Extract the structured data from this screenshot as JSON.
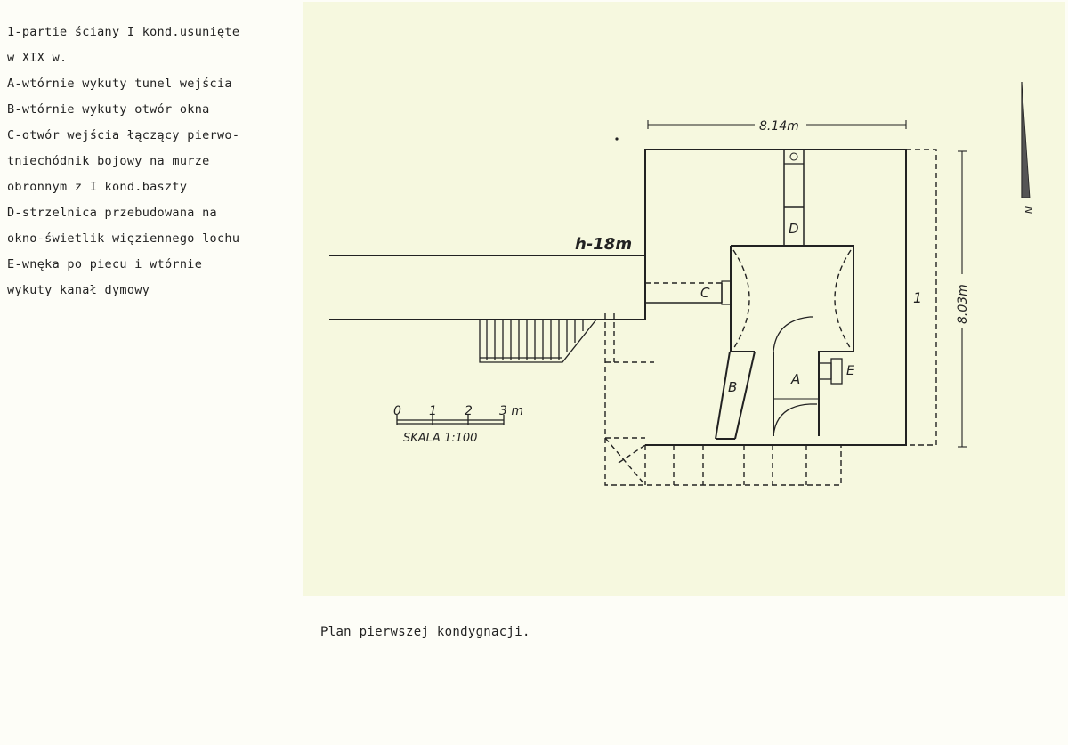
{
  "legend": [
    "1-partie ściany I kond.usunięte",
    "w XIX w.",
    "A-wtórnie wykuty tunel wejścia",
    "B-wtórnie wykuty otwór okna",
    "C-otwór wejścia łączący pierwo-",
    "tniechódnik bojowy na murze",
    "obronnym z I kond.baszty",
    "D-strzelnica przebudowana na",
    "okno-świetlik więziennego lochu",
    "E-wnęka po piecu i wtórnie",
    "wykuty kanał dymowy"
  ],
  "caption": "Plan pierwszej kondygnacji.",
  "plan": {
    "width_dim": "8.14m",
    "height_dim": "8.03m",
    "level": "h-18m",
    "labels": {
      "a": "A",
      "b": "B",
      "c": "C",
      "d": "D",
      "e": "E",
      "one": "1"
    },
    "scale": {
      "ticks": [
        "0",
        "1",
        "2",
        "3 m"
      ],
      "label": "SKALA 1:100"
    },
    "north_label": "N"
  },
  "colors": {
    "ink": "#222222",
    "paper": "#f6f8df",
    "sheet": "#fdfdf7"
  }
}
